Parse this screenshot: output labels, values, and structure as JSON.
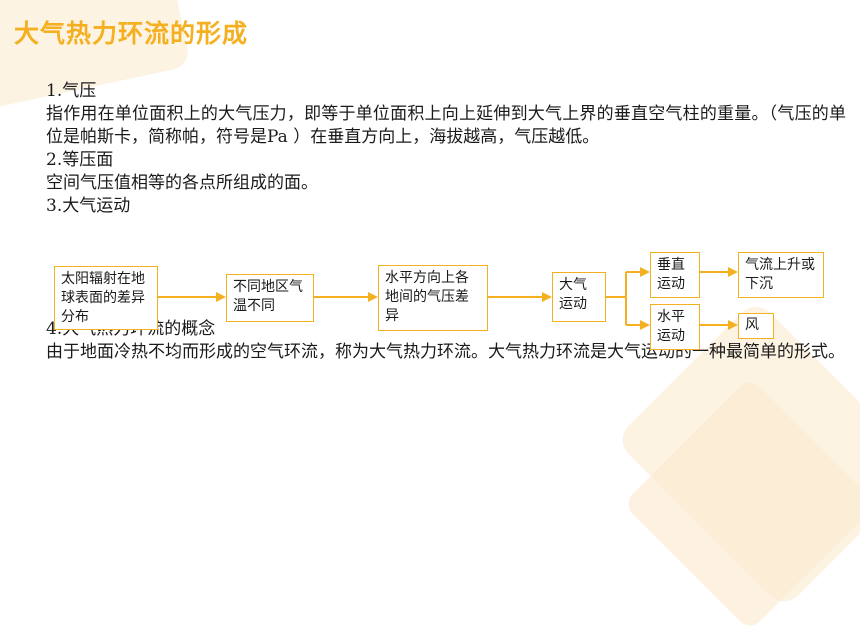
{
  "title": "大气热力环流的形成",
  "sections": [
    {
      "heading": "1.气压",
      "body": "指作用在单位面积上的大气压力，即等于单位面积上向上延伸到大气上界的垂直空气柱的重量。（气压的单位是帕斯卡，简称帕，符号是Pa ）在垂直方向上，海拔越高，气压越低。"
    },
    {
      "heading": "2.等压面",
      "body": "空间气压值相等的各点所组成的面。"
    },
    {
      "heading": "3.大气运动"
    },
    {
      "heading": "4.大气热力环流的概念",
      "body": "由于地面冷热不均而形成的空气环流，称为大气热力环流。大气热力环流是大气运动的一种最简单的形式。"
    }
  ],
  "flow": {
    "step1": "太阳辐射在地球表面的差异分布",
    "step2": "不同地区气温不同",
    "step3": "水平方向上各地间的气压差异",
    "step4": "大气运动",
    "vertical": "垂直运动",
    "vertical_result": "气流上升或下沉",
    "horizontal": "水平运动",
    "horizontal_result": "风"
  },
  "colors": {
    "accent": "#f5b021",
    "decor": "#fdf3e3"
  }
}
